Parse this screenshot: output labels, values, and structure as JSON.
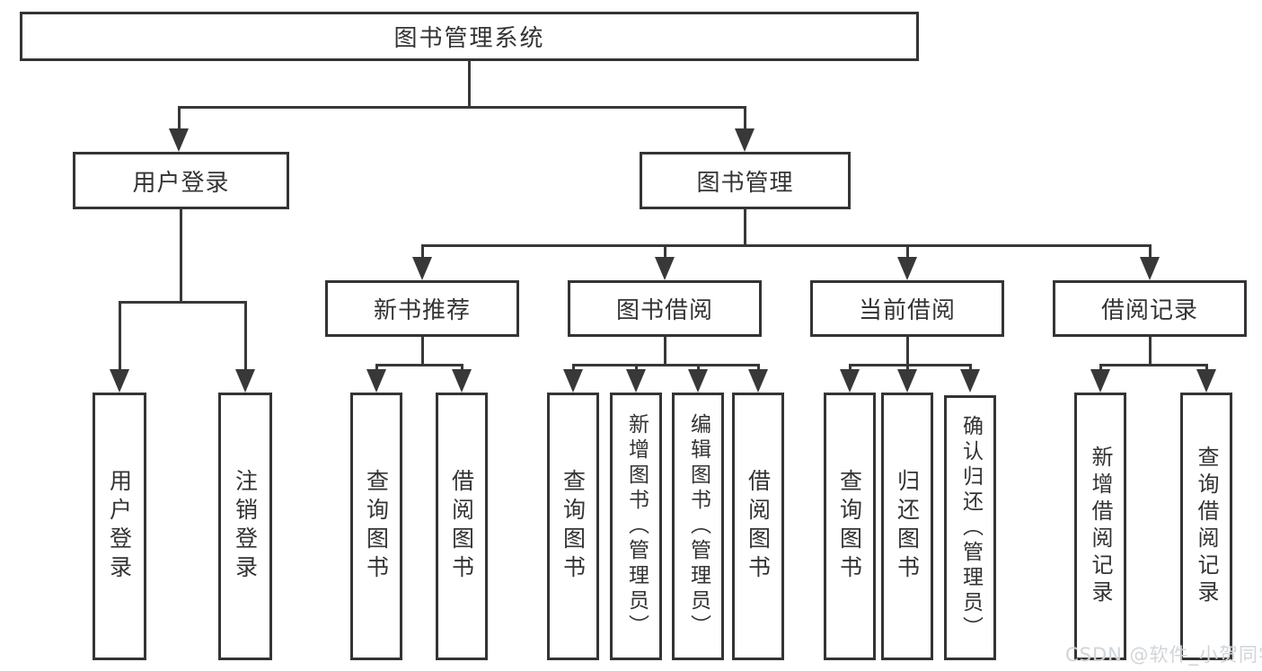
{
  "diagram": {
    "root": {
      "label": "图书管理系统"
    },
    "branches": [
      {
        "label": "用户登录",
        "children": [
          {
            "label": "用户登录"
          },
          {
            "label": "注销登录"
          }
        ]
      },
      {
        "label": "图书管理",
        "children": [
          {
            "label": "新书推荐",
            "children": [
              {
                "label": "查询图书"
              },
              {
                "label": "借阅图书"
              }
            ]
          },
          {
            "label": "图书借阅",
            "children": [
              {
                "label": "查询图书"
              },
              {
                "label": "新增图书（管理员）"
              },
              {
                "label": "编辑图书（管理员）"
              },
              {
                "label": "借阅图书"
              }
            ]
          },
          {
            "label": "当前借阅",
            "children": [
              {
                "label": "查询图书"
              },
              {
                "label": "归还图书"
              },
              {
                "label": "确认归还（管理员）"
              }
            ]
          },
          {
            "label": "借阅记录",
            "children": [
              {
                "label": "新增借阅记录"
              },
              {
                "label": "查询借阅记录"
              }
            ]
          }
        ]
      }
    ]
  },
  "watermark": {
    "text": "CSDN @软件_小贺同学"
  },
  "colors": {
    "line": "#383838",
    "border": "#343434",
    "text": "#333333",
    "background": "#ffffff",
    "watermark": "#ced3d7"
  }
}
